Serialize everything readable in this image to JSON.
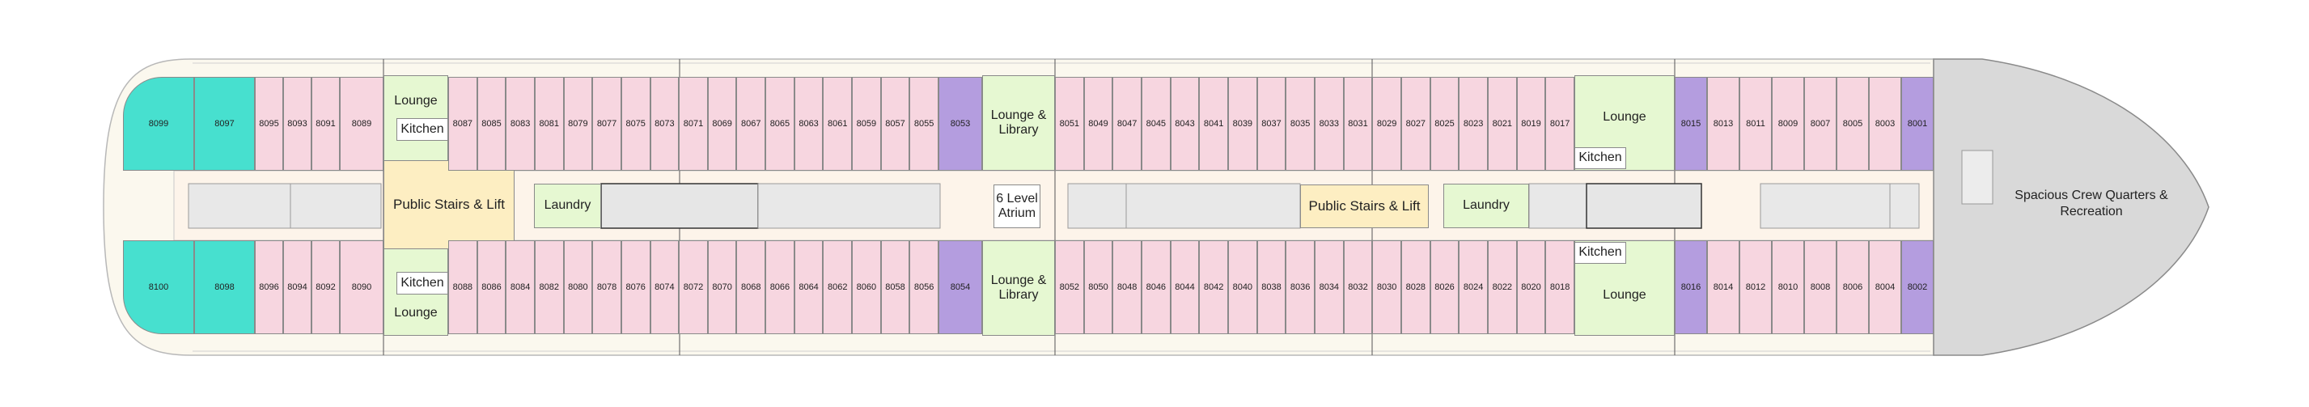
{
  "deck": {
    "crew_area_label": "Spacious Crew Quarters & Recreation",
    "atrium_label": "6 Level Atrium",
    "laundry_label": "Laundry",
    "stairs_label": "Public Stairs & Lift",
    "lounge_label": "Lounge",
    "lounge_library_label": "Lounge & Library",
    "kitchen_label": "Kitchen"
  },
  "cabins": {
    "suites_top": [
      "8099",
      "8097"
    ],
    "suites_bottom": [
      "8100",
      "8098"
    ],
    "aft_top": [
      "8095",
      "8093",
      "8091",
      "8089"
    ],
    "aft_bottom": [
      "8096",
      "8094",
      "8092",
      "8090"
    ],
    "mid_top": [
      "8087",
      "8085",
      "8083",
      "8081",
      "8079",
      "8077",
      "8075",
      "8073",
      "8071",
      "8069",
      "8067",
      "8065",
      "8063",
      "8061",
      "8059",
      "8057",
      "8055"
    ],
    "mid_bottom": [
      "8088",
      "8086",
      "8084",
      "8082",
      "8080",
      "8078",
      "8076",
      "8074",
      "8072",
      "8070",
      "8068",
      "8066",
      "8064",
      "8062",
      "8060",
      "8058",
      "8056"
    ],
    "premium_mid_top": "8053",
    "premium_mid_bottom": "8054",
    "center_top": [
      "8051",
      "8049",
      "8047",
      "8045",
      "8043",
      "8041",
      "8039",
      "8037",
      "8035",
      "8033",
      "8031",
      "8029",
      "8027",
      "8025",
      "8023",
      "8021",
      "8019",
      "8017"
    ],
    "center_bottom": [
      "8052",
      "8050",
      "8048",
      "8046",
      "8044",
      "8042",
      "8040",
      "8038",
      "8036",
      "8034",
      "8032",
      "8030",
      "8028",
      "8026",
      "8024",
      "8022",
      "8020",
      "8018"
    ],
    "fwd_top": [
      "8015",
      "8013",
      "8011",
      "8009",
      "8007",
      "8005",
      "8003",
      "8001"
    ],
    "fwd_bottom": [
      "8016",
      "8014",
      "8012",
      "8010",
      "8008",
      "8006",
      "8004",
      "8002"
    ]
  },
  "colors": {
    "standard": "#f7d6e0",
    "suite": "#47e0cf",
    "premium": "#b49ddf",
    "public": "#e6f8d2",
    "stairs": "#fdeec2",
    "hull": "#fbf8ee",
    "bow": "#d9d9d9"
  }
}
